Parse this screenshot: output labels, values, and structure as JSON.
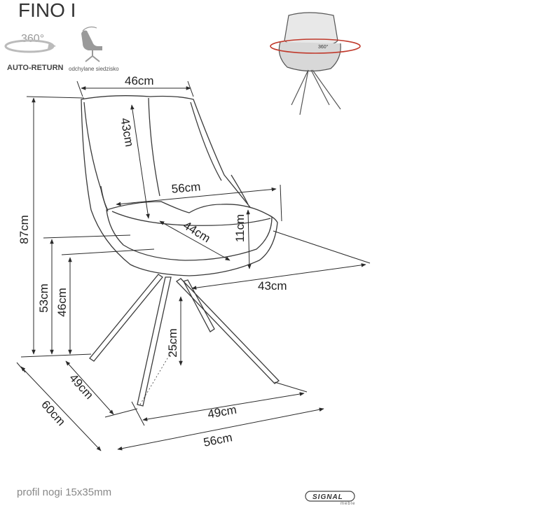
{
  "title": "FINO I",
  "icons": {
    "rotation_label": "360°",
    "auto_return_label": "AUTO-RETURN",
    "tilt_label": "odchylane siedzisko",
    "thumb_rotation_label": "360°"
  },
  "dimensions": {
    "backrest_width": "46cm",
    "backrest_height": "43cm",
    "arm_width": "56cm",
    "seat_diagonal": "44cm",
    "armrest_height": "11cm",
    "seat_side_depth": "43cm",
    "total_height": "87cm",
    "armrest_floor_height": "53cm",
    "seat_height": "46cm",
    "leg_height": "25cm",
    "seat_depth": "49cm",
    "total_depth": "60cm",
    "base_width": "49cm",
    "total_width": "56cm"
  },
  "footer": {
    "leg_profile": "profil nogi 15x35mm",
    "brand": "SIGNAL",
    "brand_sub": "meble"
  },
  "colors": {
    "line": "#2a2a2a",
    "chair": "#3a3a3a",
    "rotation_arrow": "#c0392b"
  }
}
